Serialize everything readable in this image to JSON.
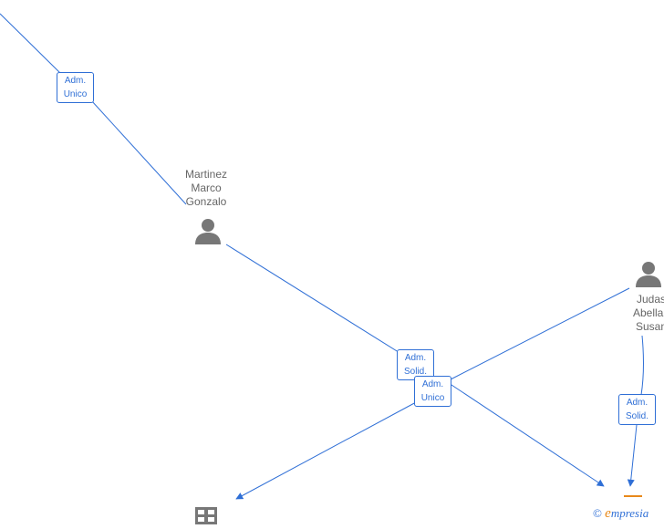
{
  "nodes": {
    "martinez": {
      "lines": [
        "Martinez",
        "Marco",
        "Gonzalo"
      ]
    },
    "judas": {
      "lines": [
        "Judas",
        "Abellan",
        "Susan"
      ]
    }
  },
  "edges": {
    "top_badge": {
      "line1": "Adm.",
      "line2": "Unico"
    },
    "center_badge_back": {
      "line1": "Adm.",
      "line2": "Solid."
    },
    "center_badge_front": {
      "line1": "Adm.",
      "line2": "Unico"
    },
    "right_badge": {
      "line1": "Adm.",
      "line2": "Solid."
    }
  },
  "brand": {
    "copyright": "©",
    "first_letter": "e",
    "rest": "mpresia"
  },
  "colors": {
    "edge": "#2f6fd6",
    "icon": "#777777",
    "text": "#666666",
    "brand_accent": "#e8891a"
  }
}
